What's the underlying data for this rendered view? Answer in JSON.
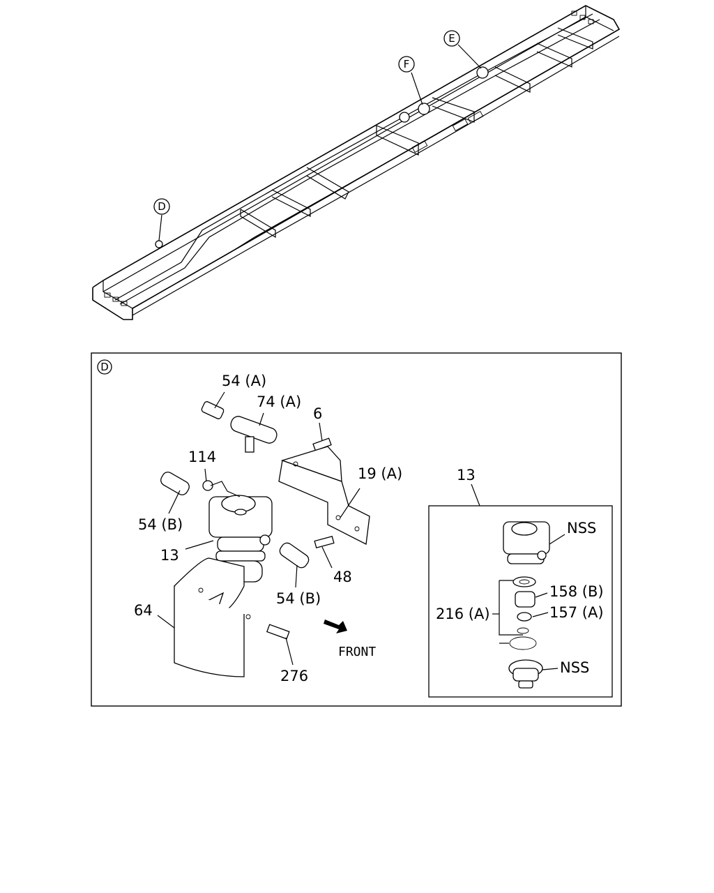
{
  "overview": {
    "callouts": [
      "D",
      "E",
      "F"
    ]
  },
  "detail_d": {
    "view_letter": "D",
    "labels": {
      "p54a": "54 (A)",
      "p74a": "74 (A)",
      "p6": "6",
      "p114": "114",
      "p19a": "19 (A)",
      "p54b_left": "54 (B)",
      "p13": "13",
      "p48": "48",
      "p54b_right": "54 (B)",
      "p64": "64",
      "p276": "276",
      "front": "FRONT"
    }
  },
  "inset_13": {
    "title": "13",
    "labels": {
      "nss_top": "NSS",
      "p158b": "158 (B)",
      "p216a": "216 (A)",
      "p157a": "157 (A)",
      "nss_bottom": "NSS"
    }
  }
}
